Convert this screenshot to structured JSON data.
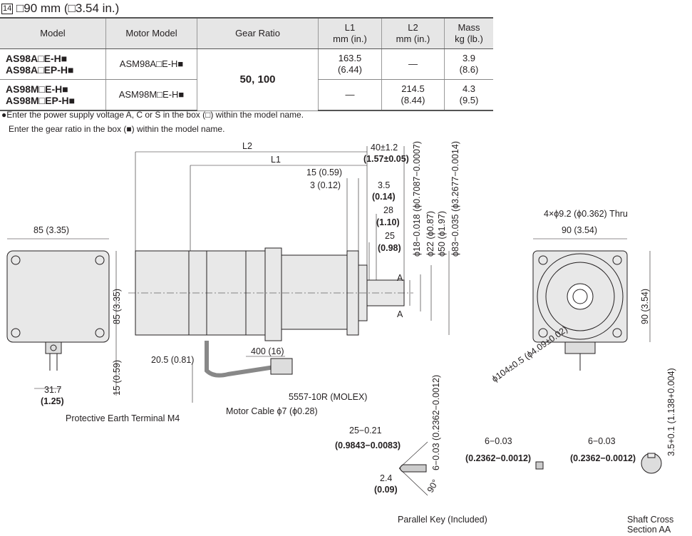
{
  "title": {
    "number": "14",
    "text": "□90 mm (□3.54 in.)"
  },
  "table": {
    "headers": [
      "Model",
      "Motor Model",
      "Gear Ratio",
      "L1\nmm (in.)",
      "L2\nmm (in.)",
      "Mass\nkg (lb.)"
    ],
    "rows": [
      {
        "models": [
          "AS98A□E-H■",
          "AS98A□EP-H■"
        ],
        "motor": "ASM98A□E-H■",
        "gear_ratio": "50, 100",
        "l1": "163.5\n(6.44)",
        "l2": "—",
        "mass": "3.9\n(8.6)"
      },
      {
        "models": [
          "AS98M□E-H■",
          "AS98M□EP-H■"
        ],
        "motor": "ASM98M□E-H■",
        "l1": "—",
        "l2": "214.5\n(8.44)",
        "mass": "4.3\n(9.5)"
      }
    ]
  },
  "notes": [
    "●Enter the power supply voltage A, C or S in the box (□) within the model name.",
    "Enter the gear ratio in the box (■) within the model name."
  ],
  "dims": {
    "l2": "L2",
    "l1": "L1",
    "d40": "40±1.2",
    "d40in": "(1.57±0.05)",
    "d15": "15 (0.59)",
    "d3": "3 (0.12)",
    "d35": "3.5",
    "d35in": "(0.14)",
    "d28": "28",
    "d28in": "(1.10)",
    "d25": "25",
    "d25in": "(0.98)",
    "phi18": "ϕ18−0.018 (ϕ0.7087−0.0007)",
    "phi22": "ϕ22 (ϕ0.87)",
    "phi50": "ϕ50 (ϕ1.97)",
    "phi83": "ϕ83−0.035 (ϕ3.2677−0.0014)",
    "w85": "85 (3.35)",
    "h85": "85 (3.35)",
    "d15b": "15 (0.59)",
    "d317": "31.7",
    "d317in": "(1.25)",
    "d205": "20.5 (0.81)",
    "d400": "400 (16)",
    "a": "A",
    "holes": "4×ϕ9.2 (ϕ0.362) Thru",
    "w90": "90 (3.54)",
    "h90": "90 (3.54)",
    "phi104": "ϕ104±0.5 (ϕ4.09±0.02)",
    "molex": "5557-10R (MOLEX)",
    "cable": "Motor Cable ϕ7 (ϕ0.28)",
    "pe": "Protective Earth Terminal M4",
    "key25": "25−0.21",
    "key25in": "(0.9843−0.0083)",
    "key6v": "6−0.03 (0.2362−0.0012)",
    "key24": "2.4",
    "key24in": "(0.09)",
    "deg90": "90°",
    "k6": "6−0.03",
    "k6in": "(0.2362−0.0012)",
    "s6": "6−0.03",
    "s6in": "(0.2362−0.0012)",
    "s35": "3.5+0.1 (1.138+0.004)"
  },
  "captions": {
    "key": "Parallel Key (Included)",
    "shaft": "Shaft Cross\nSection AA"
  }
}
